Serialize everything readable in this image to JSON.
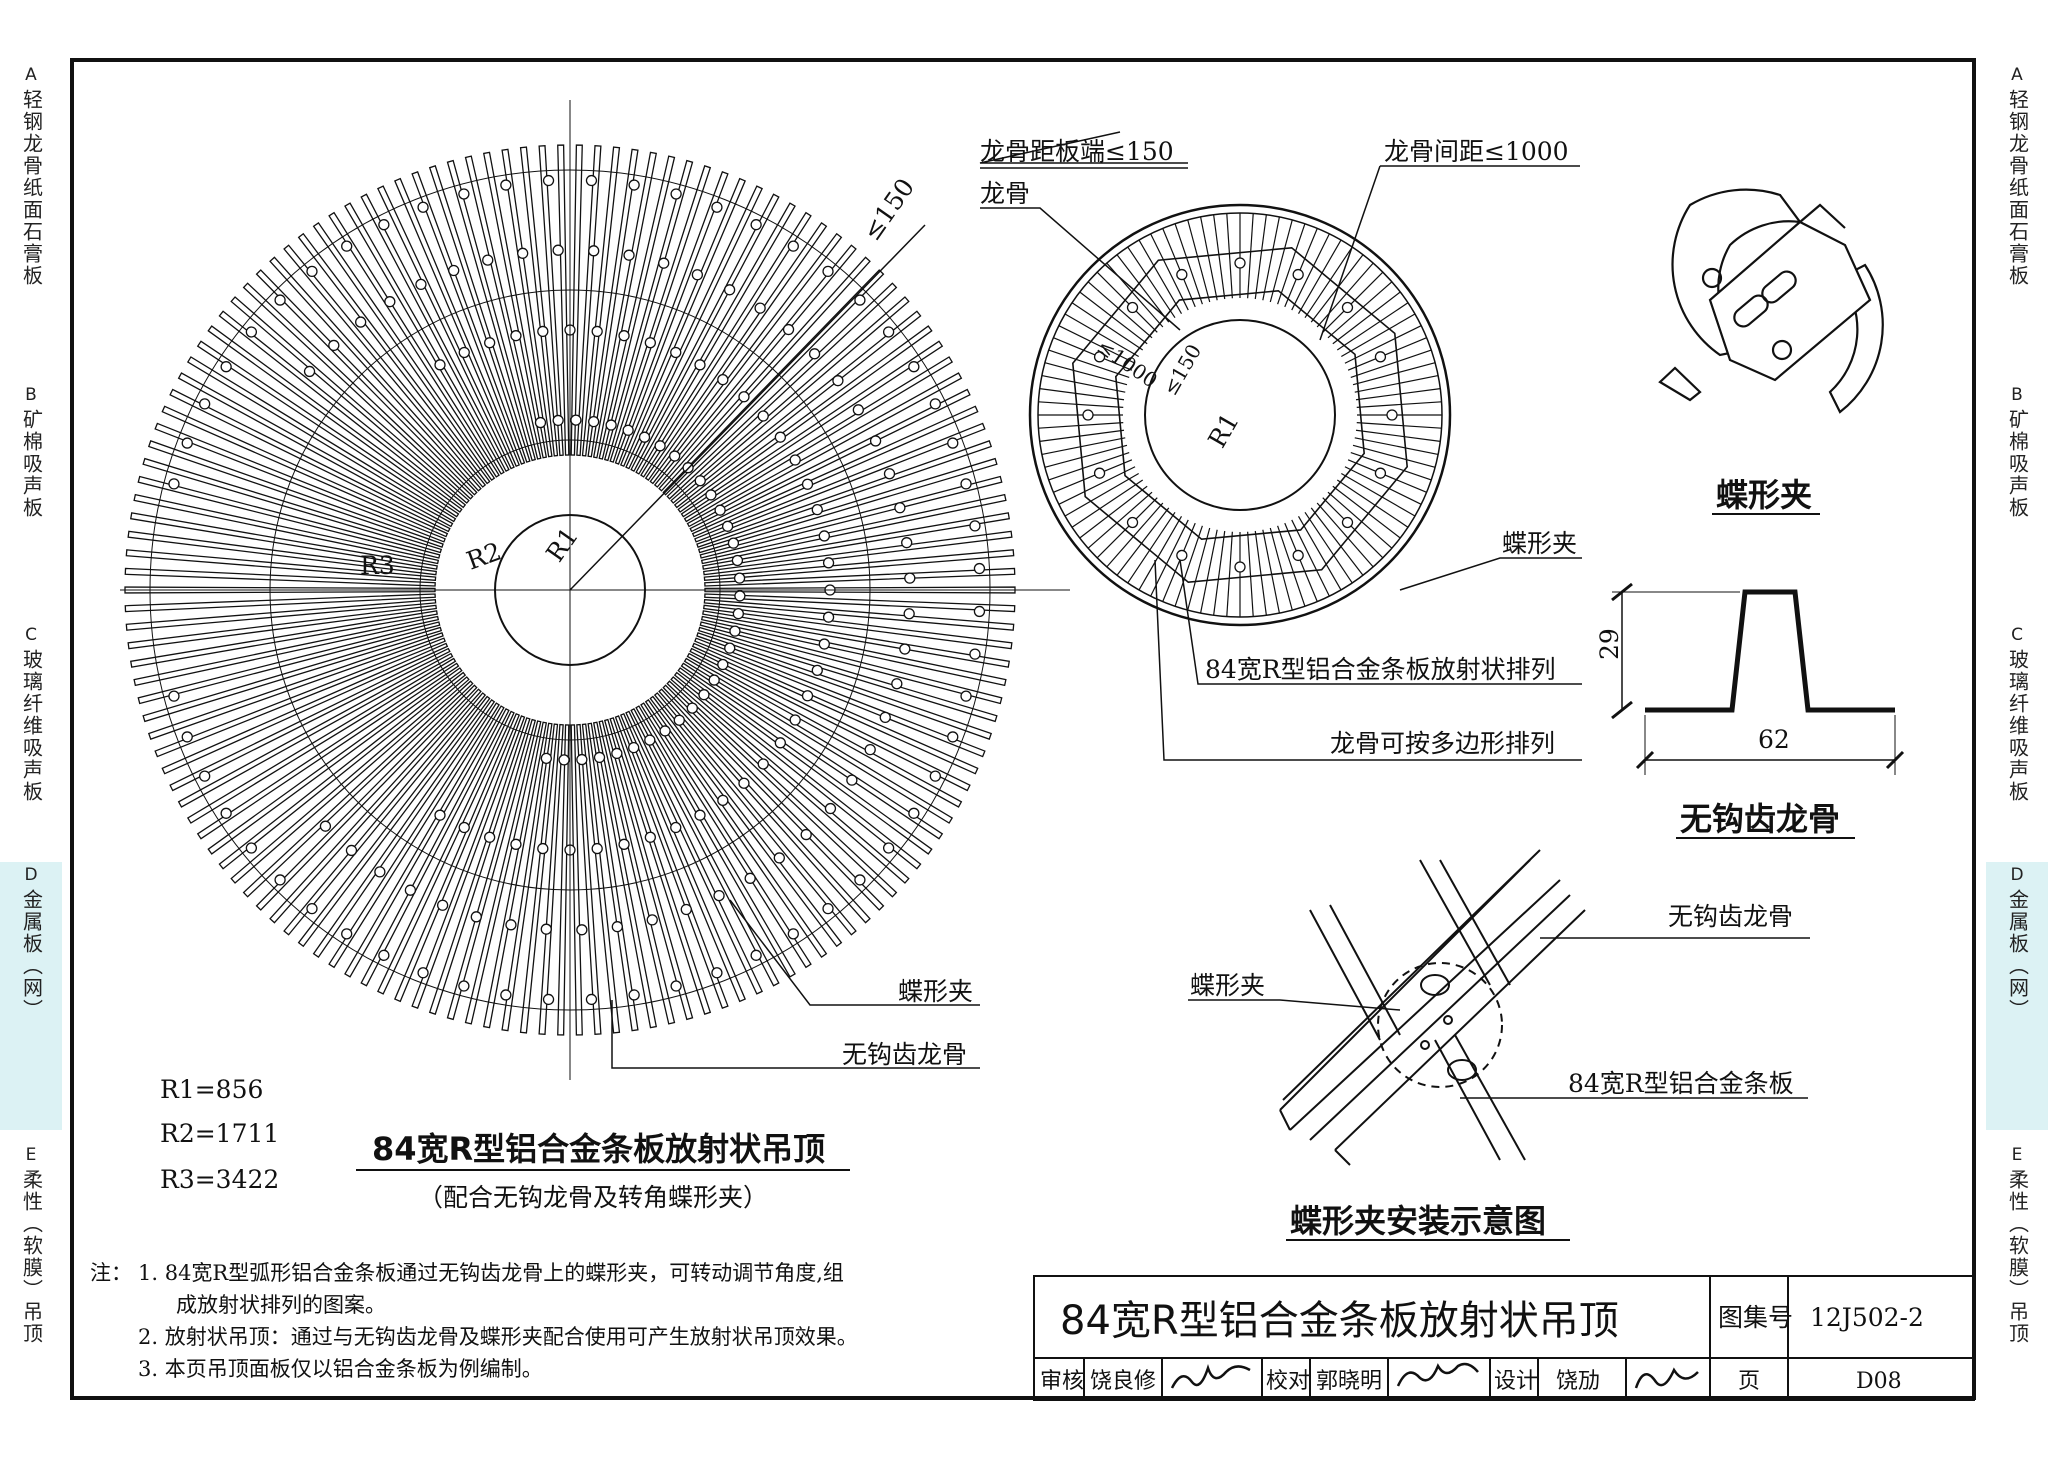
{
  "side_tabs": [
    {
      "letter": "A",
      "text": "轻钢龙骨纸面石膏板",
      "active": false
    },
    {
      "letter": "B",
      "text": "矿棉吸声板",
      "active": false
    },
    {
      "letter": "C",
      "text": "玻璃纤维吸声板",
      "active": false
    },
    {
      "letter": "D",
      "text": "金属板（网）",
      "active": true
    },
    {
      "letter": "E",
      "text": "柔性（软膜）吊顶",
      "active": false
    }
  ],
  "left_drawing": {
    "dim_150": "≤150",
    "r1_label": "R1",
    "r2_label": "R2",
    "r3_label": "R3",
    "callout_clip": "蝶形夹",
    "callout_keel": "无钩齿龙骨",
    "radii": [
      "R1=856",
      "R2=1711",
      "R3=3422"
    ],
    "title": "84宽R型铝合金条板放射状吊顶",
    "subtitle": "（配合无钩龙骨及转角蝶形夹）"
  },
  "mid_drawing": {
    "label_end": "龙骨距板端≤150",
    "label_spacing": "龙骨间距≤1000",
    "label_keel": "龙骨",
    "label_clip": "蝶形夹",
    "label_panels": "84宽R型铝合金条板放射状排列",
    "label_polygon": "龙骨可按多边形排列",
    "dim_1000": "≤1000",
    "dim_150": "≤150",
    "r1": "R1"
  },
  "clip_detail": {
    "title": "蝶形夹"
  },
  "keel_detail": {
    "title": "无钩齿龙骨",
    "height": "29",
    "width": "62"
  },
  "install_detail": {
    "title": "蝶形夹安装示意图",
    "label_keel": "无钩齿龙骨",
    "label_clip": "蝶形夹",
    "label_panel": "84宽R型铝合金条板"
  },
  "notes": {
    "prefix": "注：",
    "items": [
      "1. 84宽R型弧形铝合金条板通过无钩齿龙骨上的蝶形夹，可转动调节角度,组",
      "成放射状排列的图案。",
      "2. 放射状吊顶：通过与无钩齿龙骨及蝶形夹配合使用可产生放射状吊顶效果。",
      "3. 本页吊顶面板仅以铝合金条板为例编制。"
    ]
  },
  "title_block": {
    "main_title": "84宽R型铝合金条板放射状吊顶",
    "atlas_label": "图集号",
    "atlas_no": "12J502-2",
    "review_label": "审核",
    "reviewer": "饶良修",
    "check_label": "校对",
    "checker": "郭晓明",
    "design_label": "设计",
    "designer": "饶劢",
    "page_label": "页",
    "page_no": "D08"
  }
}
